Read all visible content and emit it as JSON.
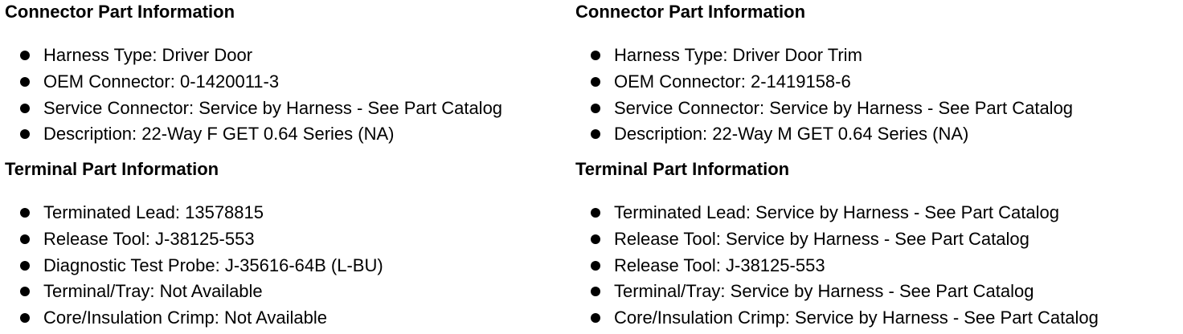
{
  "left": {
    "connector_heading": "Connector Part Information",
    "connector_items": [
      "Harness Type: Driver Door",
      "OEM Connector: 0-1420011-3",
      "Service Connector: Service by Harness - See Part Catalog",
      "Description: 22-Way F GET 0.64 Series (NA)"
    ],
    "terminal_heading": "Terminal Part Information",
    "terminal_items": [
      "Terminated Lead: 13578815",
      "Release Tool: J-38125-553",
      "Diagnostic Test Probe: J-35616-64B (L-BU)",
      "Terminal/Tray: Not Available",
      "Core/Insulation Crimp: Not Available"
    ]
  },
  "right": {
    "connector_heading": "Connector Part Information",
    "connector_items": [
      "Harness Type: Driver Door Trim",
      "OEM Connector: 2-1419158-6",
      "Service Connector: Service by Harness - See Part Catalog",
      "Description: 22-Way M GET 0.64 Series (NA)"
    ],
    "terminal_heading": "Terminal Part Information",
    "terminal_items": [
      "Terminated Lead: Service by Harness - See Part Catalog",
      "Release Tool: Service by Harness - See Part Catalog",
      "Release Tool: J-38125-553",
      "Terminal/Tray: Service by Harness - See Part Catalog",
      "Core/Insulation Crimp: Service by Harness - See Part Catalog"
    ]
  }
}
